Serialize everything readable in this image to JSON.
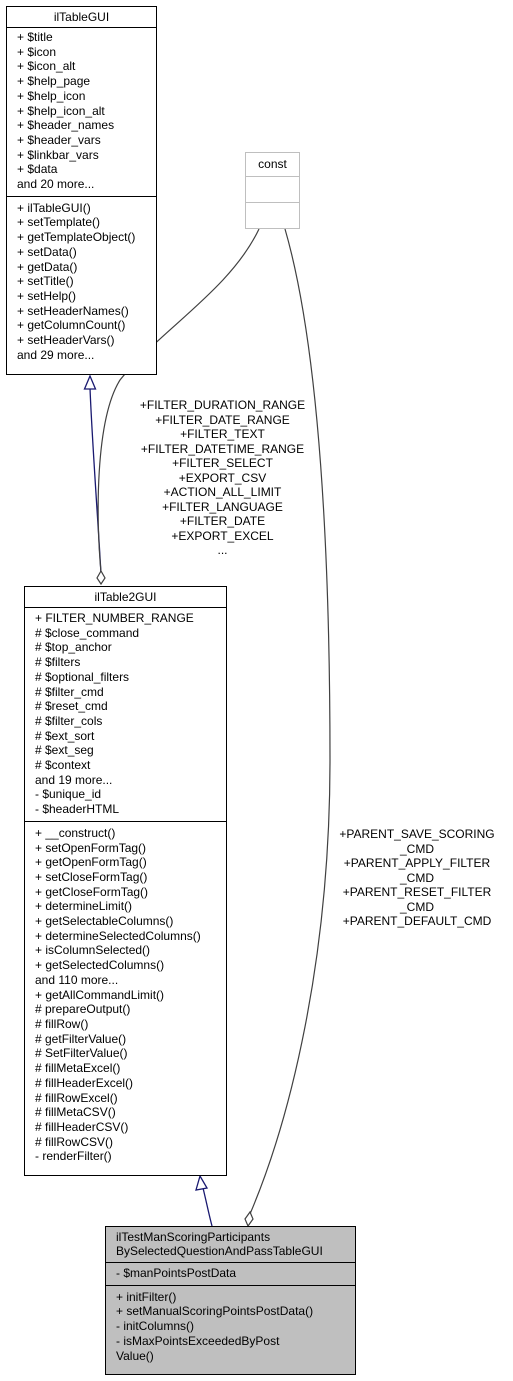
{
  "classes": {
    "iltablegui": {
      "name": "ilTableGUI",
      "attributes": [
        "+ $title",
        "+ $icon",
        "+ $icon_alt",
        "+ $help_page",
        "+ $help_icon",
        "+ $help_icon_alt",
        "+ $header_names",
        "+ $header_vars",
        "+ $linkbar_vars",
        "+ $data",
        "and 20 more..."
      ],
      "methods": [
        "+ ilTableGUI()",
        "+ setTemplate()",
        "+ getTemplateObject()",
        "+ setData()",
        "+ getData()",
        "+ setTitle()",
        "+ setHelp()",
        "+ setHeaderNames()",
        "+ getColumnCount()",
        "+ setHeaderVars()",
        "and 29 more..."
      ]
    },
    "const": {
      "name": "const",
      "attributes": [],
      "methods": []
    },
    "iltable2gui": {
      "name": "ilTable2GUI",
      "attributes": [
        "+ FILTER_NUMBER_RANGE",
        "# $close_command",
        "# $top_anchor",
        "# $filters",
        "# $optional_filters",
        "# $filter_cmd",
        "# $reset_cmd",
        "# $filter_cols",
        "# $ext_sort",
        "# $ext_seg",
        "# $context",
        "and 19 more...",
        "- $unique_id",
        "- $headerHTML"
      ],
      "methods": [
        "+ __construct()",
        "+ setOpenFormTag()",
        "+ getOpenFormTag()",
        "+ setCloseFormTag()",
        "+ getCloseFormTag()",
        "+ determineLimit()",
        "+ getSelectableColumns()",
        "+ determineSelectedColumns()",
        "+ isColumnSelected()",
        "+ getSelectedColumns()",
        "and 110 more...",
        "+ getAllCommandLimit()",
        "# prepareOutput()",
        "# fillRow()",
        "# getFilterValue()",
        "# SetFilterValue()",
        "# fillMetaExcel()",
        "# fillHeaderExcel()",
        "# fillRowExcel()",
        "# fillMetaCSV()",
        "# fillHeaderCSV()",
        "# fillRowCSV()",
        "- renderFilter()"
      ]
    },
    "target": {
      "name_lines": [
        "ilTestManScoringParticipants",
        "BySelectedQuestionAndPassTableGUI"
      ],
      "attributes": [
        "- $manPointsPostData"
      ],
      "methods": [
        "+ initFilter()",
        "+ setManualScoringPointsPostData()",
        "- initColumns()",
        "- isMaxPointsExceededByPost",
        "Value()"
      ]
    }
  },
  "edge_labels": {
    "const_to_iltable2gui": [
      "+FILTER_DURATION_RANGE",
      "+FILTER_DATE_RANGE",
      "+FILTER_TEXT",
      "+FILTER_DATETIME_RANGE",
      "+FILTER_SELECT",
      "+EXPORT_CSV",
      "+ACTION_ALL_LIMIT",
      "+FILTER_LANGUAGE",
      "+FILTER_DATE",
      "+EXPORT_EXCEL",
      "..."
    ],
    "const_to_target": [
      "+PARENT_SAVE_SCORING",
      "_CMD",
      "+PARENT_APPLY_FILTER",
      "_CMD",
      "+PARENT_RESET_FILTER",
      "_CMD",
      "+PARENT_DEFAULT_CMD"
    ]
  },
  "colors": {
    "inheritance": "#191970",
    "usage": "#404040",
    "highlight_fill": "#bfbfbf",
    "const_border": "#bfbfbf"
  }
}
